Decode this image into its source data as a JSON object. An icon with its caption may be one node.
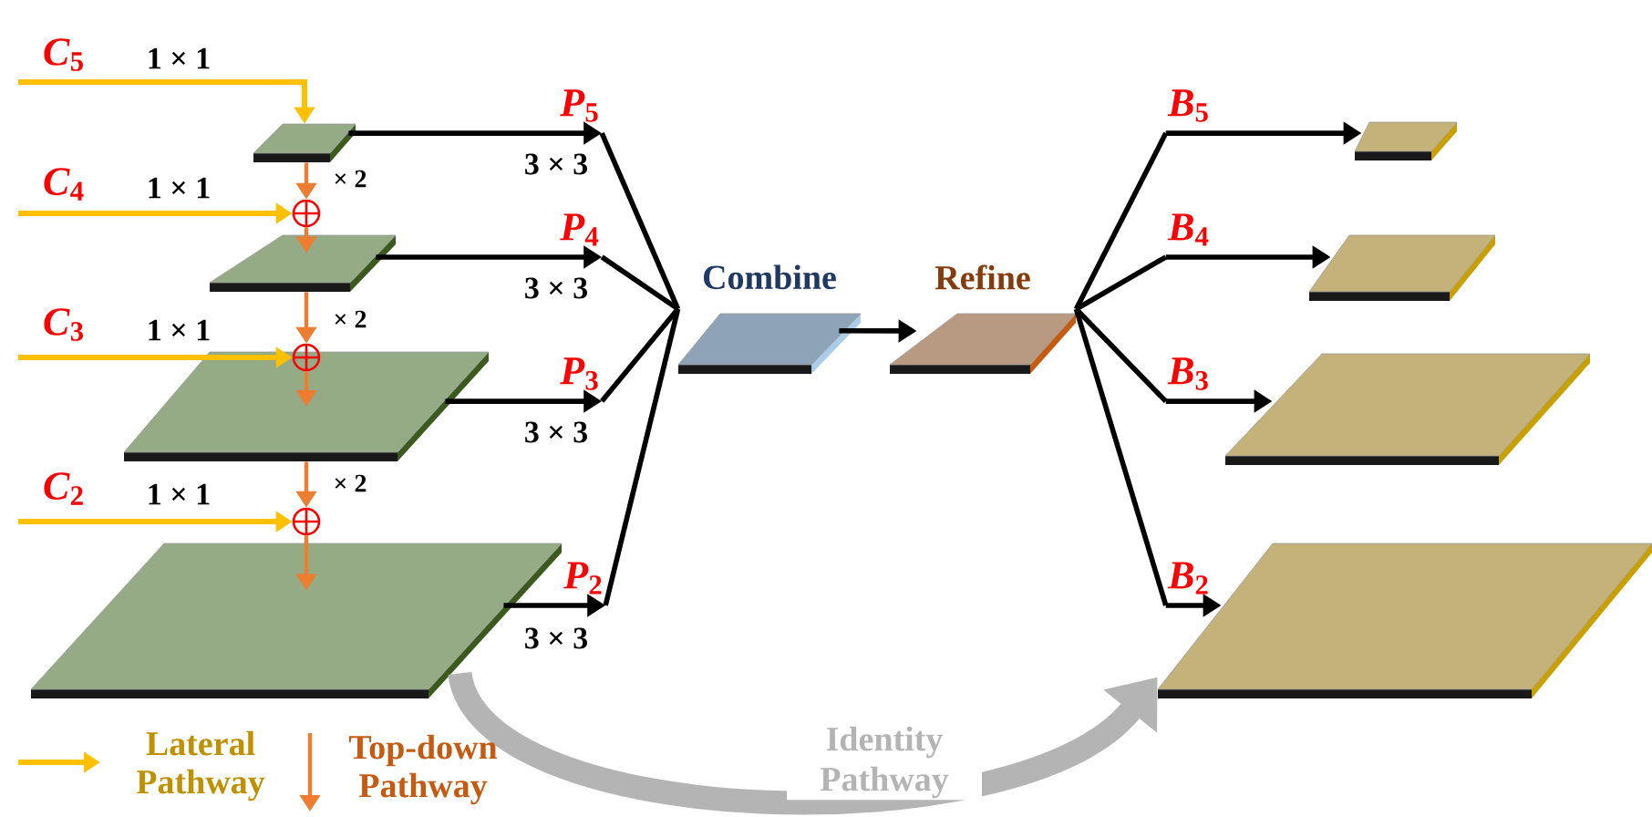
{
  "diagram": {
    "nodes": [
      {
        "text": [],
        "shape": "box"
      },
      {
        "text": [],
        "shape": "circle"
      },
      {
        "text": [],
        "shape": "box"
      },
      {
        "text": [],
        "shape": "circle"
      },
      {
        "text": [],
        "shape": "box"
      },
      {
        "text": [],
        "shape": "circle"
      },
      {
        "text": [],
        "shape": "box"
      },
      {
        "text": [
          "*P*$_{5}$"
        ]
      },
      {
        "text": [
          "*P*$_{4}$"
        ]
      },
      {
        "text": [
          "*P*$_{3}$"
        ]
      },
      {
        "text": [
          "*P*$_{2}$"
        ]
      },
      {
        "text": [
          "Combine"
        ]
      },
      {
        "text": [
          "Refine"
        ]
      },
      {
        "text": [
          "*B*$_{5}$"
        ]
      },
      {
        "text": [
          "*B*$_{4}$"
        ]
      },
      {
        "text": [
          "*B*$_{3}$"
        ]
      },
      {
        "text": [
          "*B*$_{2}$"
        ]
      },
      {
        "text": [],
        "shape": "box"
      },
      {
        "text": [],
        "shape": "box"
      },
      {
        "text": [],
        "shape": "box"
      },
      {
        "text": [],
        "shape": "box"
      }
    ],
    "edges": [
      {
        "from": null,
        "to": 0,
        "arrow": "to",
        "label": "1 × 1",
        "color": "#ffc000"
      },
      {
        "from": null,
        "to": 1,
        "arrow": "to",
        "label": "1 × 1",
        "color": "#ffc000"
      },
      {
        "from": null,
        "to": 3,
        "arrow": "to",
        "label": "1 × 1",
        "color": "#ffc000"
      },
      {
        "from": null,
        "to": 5,
        "arrow": "to",
        "label": "1 × 1",
        "color": "#ffc000"
      },
      {
        "from": 0,
        "to": 1,
        "arrow": "to",
        "label": "× 2",
        "color": "#ed7d31"
      },
      {
        "from": 1,
        "to": 2,
        "arrow": "to",
        "color": "#ed7d31"
      },
      {
        "from": 2,
        "to": 3,
        "arrow": "to",
        "label": "× 2",
        "color": "#ed7d31"
      },
      {
        "from": 3,
        "to": 4,
        "arrow": "to",
        "color": "#ed7d31"
      },
      {
        "from": 4,
        "to": 5,
        "arrow": "to",
        "label": "× 2",
        "color": "#ed7d31"
      },
      {
        "from": 5,
        "to": 6,
        "arrow": "to",
        "color": "#ed7d31"
      },
      {
        "from": 0,
        "to": 7,
        "arrow": "to",
        "label": "3 × 3"
      },
      {
        "from": 2,
        "to": 8,
        "arrow": "to",
        "label": "3 × 3"
      },
      {
        "from": 4,
        "to": 9,
        "arrow": "to",
        "label": "3 × 3"
      },
      {
        "from": 6,
        "to": 10,
        "arrow": "to",
        "label": "3 × 3"
      },
      {
        "from": 7,
        "to": 11,
        "arrow": "none"
      },
      {
        "from": 8,
        "to": 11,
        "arrow": "none"
      },
      {
        "from": 9,
        "to": 11,
        "arrow": "none"
      },
      {
        "from": 10,
        "to": 11,
        "arrow": "none"
      },
      {
        "from": 11,
        "to": 12,
        "arrow": "to"
      },
      {
        "from": 12,
        "to": 13,
        "arrow": "none"
      },
      {
        "from": 12,
        "to": 14,
        "arrow": "none"
      },
      {
        "from": 12,
        "to": 15,
        "arrow": "none"
      },
      {
        "from": 12,
        "to": 16,
        "arrow": "none"
      },
      {
        "from": 13,
        "to": 17,
        "arrow": "to"
      },
      {
        "from": 14,
        "to": 18,
        "arrow": "to"
      },
      {
        "from": 15,
        "to": 19,
        "arrow": "to"
      },
      {
        "from": 16,
        "to": 20,
        "arrow": "to"
      },
      {
        "from": 6,
        "to": 20,
        "arrow": "to",
        "label": "Identity Pathway",
        "style": "thick",
        "color": "#b4b4b4"
      }
    ],
    "labels": [
      "*C*$_{5}$",
      "*C*$_{4}$",
      "*C*$_{3}$",
      "*C*$_{2}$"
    ],
    "legend": [
      {
        "text": "Lateral Pathway"
      },
      {
        "text": "Top-down Pathway"
      }
    ]
  }
}
